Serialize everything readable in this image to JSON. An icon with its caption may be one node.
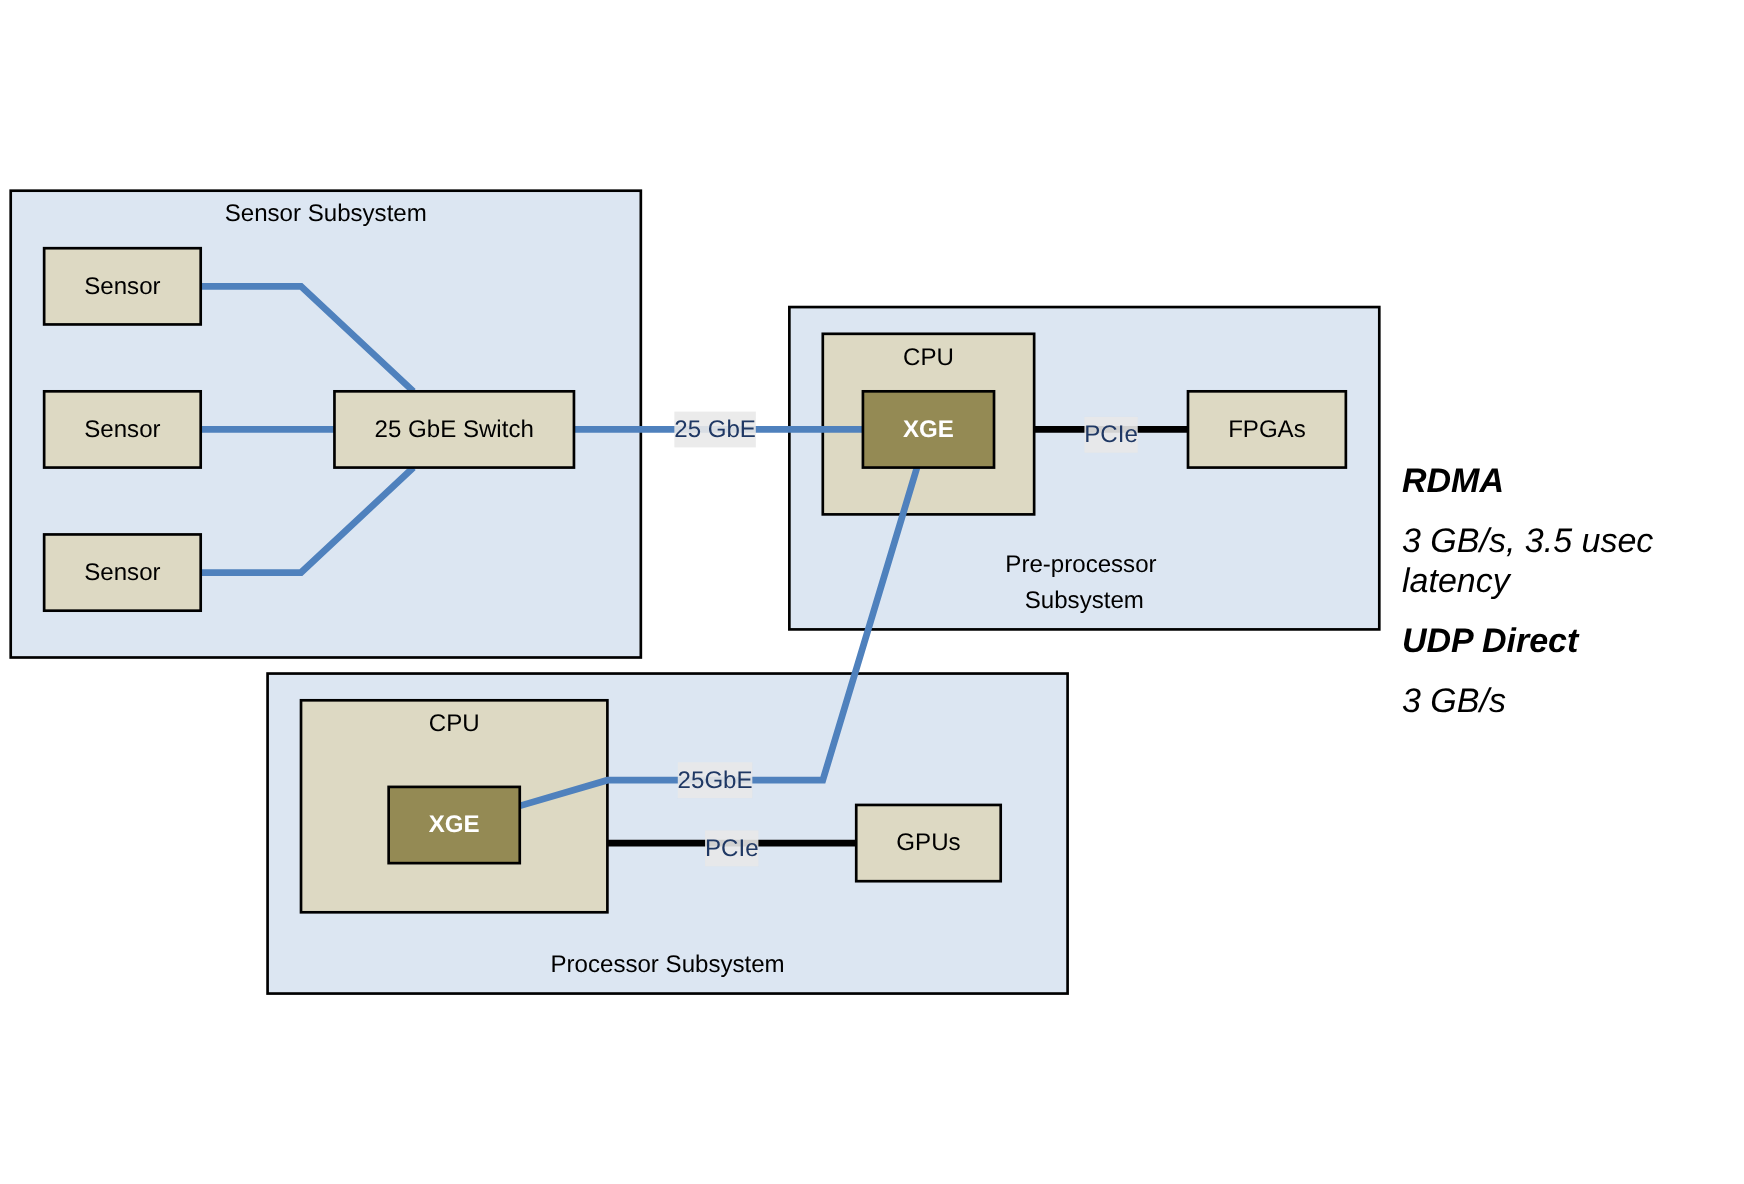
{
  "diagram": {
    "nodes": [
      {
        "text": [
          "Sensor Subsystem"
        ]
      },
      {
        "text": [
          "Sensor"
        ],
        "in": 0
      },
      {
        "text": [
          "Sensor"
        ],
        "in": 0
      },
      {
        "text": [
          "Sensor"
        ],
        "in": 0
      },
      {
        "text": [
          "25 GbE Switch"
        ],
        "in": 0
      },
      {
        "text": [
          "Processor Subsystem"
        ]
      },
      {
        "text": [
          "CPU"
        ],
        "in": 5
      },
      {
        "text": [
          "XGE"
        ],
        "in": 6
      },
      {
        "text": [
          "GPUs"
        ],
        "in": 5
      },
      {
        "text": [
          "Pre-processor Subsystem"
        ]
      },
      {
        "text": [
          "CPU"
        ],
        "in": 9
      },
      {
        "text": [
          "XGE"
        ],
        "in": 10
      },
      {
        "text": [
          "FPGAs"
        ],
        "in": 9
      }
    ],
    "edges": [
      {
        "from": 1,
        "to": 4,
        "arrow": "none"
      },
      {
        "from": 2,
        "to": 4,
        "arrow": "none"
      },
      {
        "from": 3,
        "to": 4,
        "arrow": "none"
      },
      {
        "from": 6,
        "to": 8,
        "arrow": "none",
        "label": "PCIe",
        "color": "#000000"
      },
      {
        "from": 7,
        "to": 11,
        "arrow": "none",
        "label": "25GbE"
      },
      {
        "from": 4,
        "to": 11,
        "arrow": "none",
        "label": "25 GbE"
      },
      {
        "from": 10,
        "to": 12,
        "arrow": "none",
        "label": "PCIe",
        "color": "#000000"
      }
    ],
    "labels": [
      "RDMA",
      "3 GB/s, 3.5 usec latency",
      "UDP Direct",
      "3 GB/s"
    ]
  }
}
